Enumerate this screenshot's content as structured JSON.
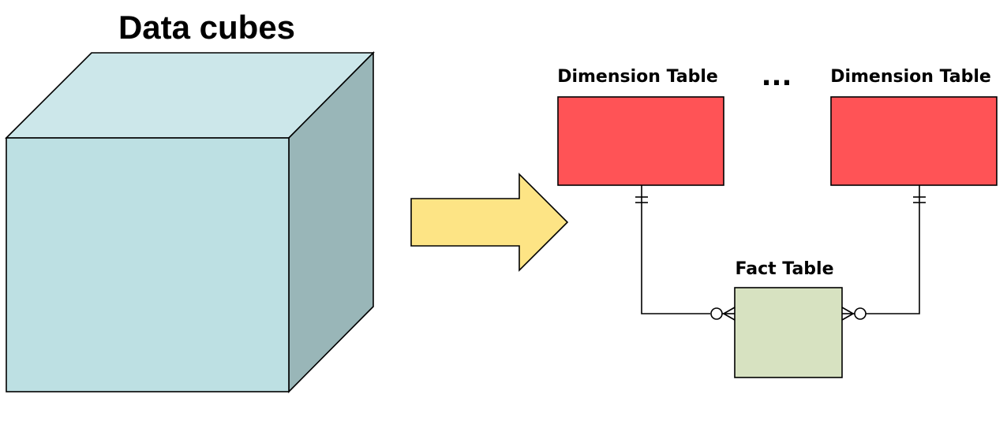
{
  "title": "Data cubes",
  "ellipsis": "...",
  "dimension_tables": [
    {
      "label": "Dimension Table"
    },
    {
      "label": "Dimension Table"
    }
  ],
  "fact_table": {
    "label": "Fact Table"
  },
  "colors": {
    "cube_front": "#bde0e3",
    "cube_top": "#cce7ea",
    "cube_side": "#99b6b8",
    "arrow": "#fde485",
    "dimension_table": "#ff5356",
    "fact_table": "#d7e2c1"
  },
  "relationships": [
    {
      "from": "dimension-table-left",
      "to": "fact-table",
      "dimension_end": "one-and-only-one",
      "fact_end": "zero-or-many"
    },
    {
      "from": "dimension-table-right",
      "to": "fact-table",
      "dimension_end": "one-and-only-one",
      "fact_end": "zero-or-many"
    }
  ]
}
